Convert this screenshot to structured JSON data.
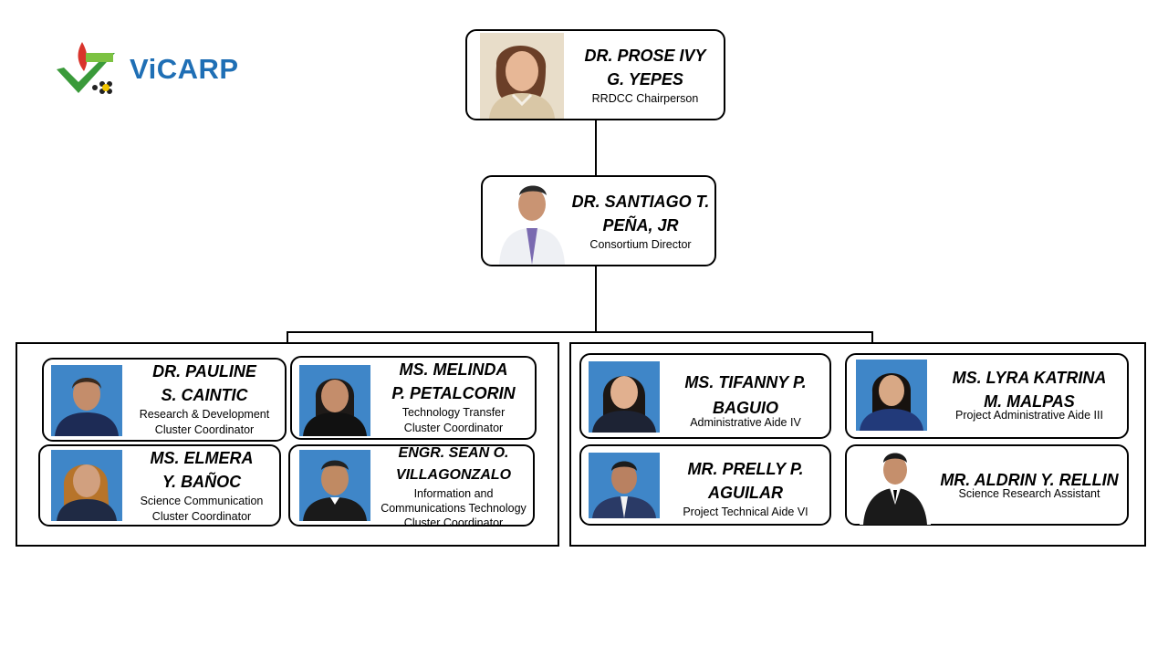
{
  "logo": {
    "text": "ViCARP",
    "colors": {
      "green": "#3a9a3a",
      "red": "#d9342b",
      "yellow": "#f2c500",
      "blue": "#1f6fb5"
    }
  },
  "top": {
    "name_line1": "DR. PROSE IVY",
    "name_line2": "G. YEPES",
    "role": "RRDCC Chairperson"
  },
  "director": {
    "name_line1": "DR. SANTIAGO T.",
    "name_line2": "PEÑA, JR",
    "role": "Consortium  Director"
  },
  "left_group": [
    {
      "name_line1": "DR. PAULINE",
      "name_line2": "S. CAINTIC",
      "role_line1": "Research & Development",
      "role_line2": "Cluster Coordinator"
    },
    {
      "name_line1": "MS. MELINDA",
      "name_line2": "P. PETALCORIN",
      "role_line1": "Technology Transfer",
      "role_line2": "Cluster Coordinator"
    },
    {
      "name_line1": "MS. ELMERA",
      "name_line2": "Y. BAÑOC",
      "role_line1": "Science Communication",
      "role_line2": "Cluster Coordinator"
    },
    {
      "name_line1": "ENGR. SEAN O.",
      "name_line2": "VILLAGONZALO",
      "role_line1": "Information and",
      "role_line2": "Communications  Technology",
      "role_line3": "Cluster  Coordinator"
    }
  ],
  "right_group": [
    {
      "name_line1": "MS. TIFANNY P.",
      "name_line2": "BAGUIO",
      "role_line1": "Administrative Aide IV"
    },
    {
      "name_line1": "MS. LYRA KATRINA",
      "name_line2": "M. MALPAS",
      "role_line1": "Project Administrative Aide III"
    },
    {
      "name_line1": "MR. PRELLY P.",
      "name_line2": "AGUILAR",
      "role_line1": "Project Technical Aide VI"
    },
    {
      "name_line1": "MR. ALDRIN Y. RELLIN",
      "role_line1": "Science Research Assistant"
    }
  ]
}
